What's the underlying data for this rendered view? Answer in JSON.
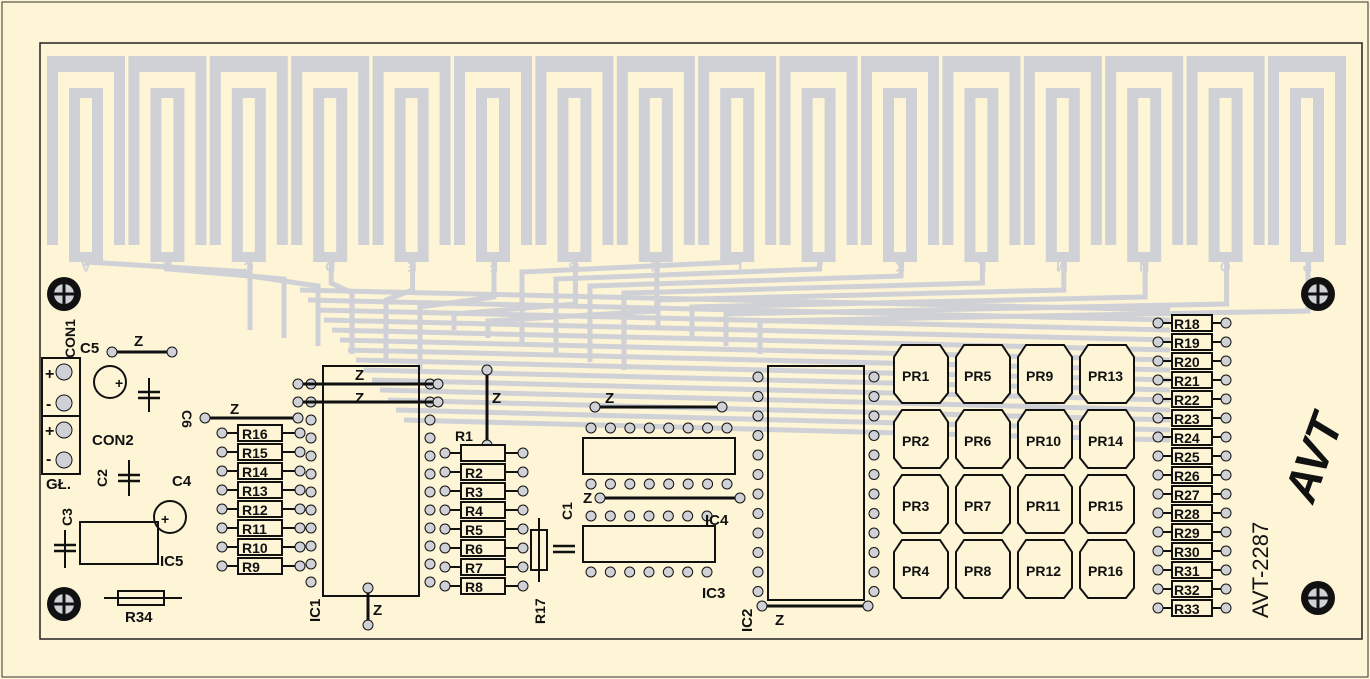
{
  "board_id": "AVT-2287",
  "logo_text": "AVT",
  "pads": [
    "A",
    "B",
    "C",
    "D",
    "E",
    "F",
    "G",
    "H",
    "I",
    "J",
    "K",
    "L",
    "M",
    "N",
    "O",
    "P"
  ],
  "connectors": {
    "con1": "CON1",
    "con2": "CON2",
    "plus": "+",
    "minus": "-",
    "gl": "GŁ."
  },
  "capacitors": [
    "C1",
    "C2",
    "C3",
    "C4",
    "C5",
    "C6"
  ],
  "ics": [
    "IC1",
    "IC2",
    "IC3",
    "IC4",
    "IC5"
  ],
  "jumper_label": "Z",
  "resistors_left": [
    "R16",
    "R15",
    "R14",
    "R13",
    "R12",
    "R11",
    "R10",
    "R9"
  ],
  "resistors_mid": [
    "R1",
    "R2",
    "R3",
    "R4",
    "R5",
    "R6",
    "R7",
    "R8"
  ],
  "resistor_r17": "R17",
  "resistor_r34": "R34",
  "resistors_right": [
    "R18",
    "R19",
    "R20",
    "R21",
    "R22",
    "R23",
    "R24",
    "R25",
    "R26",
    "R27",
    "R28",
    "R29",
    "R30",
    "R31",
    "R32",
    "R33"
  ],
  "presets": [
    [
      "PR1",
      "PR5",
      "PR9",
      "PR13"
    ],
    [
      "PR2",
      "PR6",
      "PR10",
      "PR14"
    ],
    [
      "PR3",
      "PR7",
      "PR11",
      "PR15"
    ],
    [
      "PR4",
      "PR8",
      "PR12",
      "PR16"
    ]
  ],
  "colors": {
    "board": "#fdf5d6",
    "copper": "#cfd1d6",
    "silk": "#111111"
  }
}
